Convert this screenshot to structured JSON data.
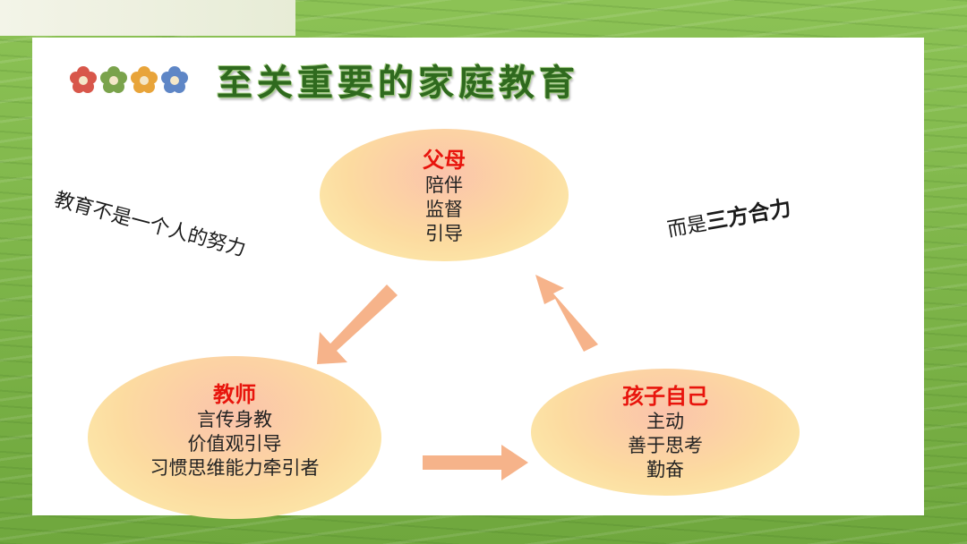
{
  "title": "至关重要的家庭教育",
  "left_note": "教育不是一个人的努力",
  "right_note": {
    "prefix": "而是",
    "emphasis": "三方合力"
  },
  "nodes": {
    "parents": {
      "heading": "父母",
      "lines": [
        "陪伴",
        "监督",
        "引导"
      ]
    },
    "teachers": {
      "heading": "教师",
      "lines": [
        "言传身教",
        "价值观引导",
        "习惯思维能力牵引者"
      ]
    },
    "child": {
      "heading": "孩子自己",
      "lines": [
        "主动",
        "善于思考",
        "勤奋"
      ]
    }
  },
  "colors": {
    "title": "#2f6a1e",
    "heading": "#e8140c",
    "arrow": "#f6b38a",
    "flowers": [
      "#d8574b",
      "#7aa34c",
      "#e8a43a",
      "#5e86c6"
    ]
  }
}
